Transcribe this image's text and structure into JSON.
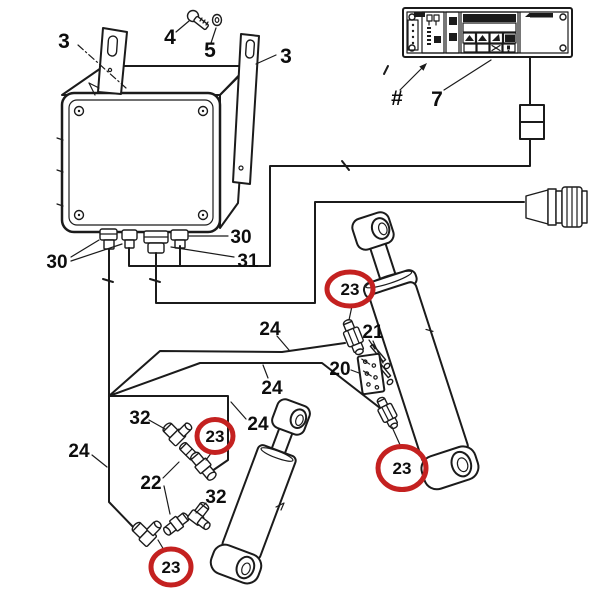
{
  "figure": {
    "background": "#ffffff",
    "line_color": "#1b1b1b",
    "highlight_color": "#c42120",
    "highlighted_callouts": [
      "valve_upper",
      "fitting_middle",
      "fitting_bottom",
      "valve_lower"
    ]
  },
  "callouts": {
    "bracket_left": "3",
    "mounting_bolt": "4",
    "washer": "5",
    "bracket_right": "3",
    "harness_symbol": "#",
    "monitor": "7",
    "cable_glands_left": "30",
    "cable_gland_right": "30",
    "cable_gland_center": "31",
    "valve_upper": "23",
    "pins": "21",
    "manifold_block": "20",
    "hose_upper": "24",
    "hose_middle": "24",
    "hose_corner": "24",
    "hose_left": "24",
    "elbow_upper": "32",
    "elbow_lower": "32",
    "union_fitting": "22",
    "fitting_middle": "23",
    "fitting_bottom": "23",
    "valve_lower": "23"
  }
}
